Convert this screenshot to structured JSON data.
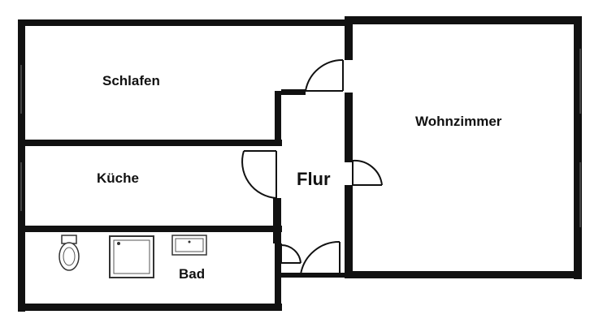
{
  "rooms": {
    "schlafen": "Schlafen",
    "kueche": "Küche",
    "flur": "Flur",
    "wohnzimmer": "Wohnzimmer",
    "bad": "Bad"
  },
  "colors": {
    "wall": "#111111",
    "background": "#ffffff",
    "fixture": "#333333"
  }
}
